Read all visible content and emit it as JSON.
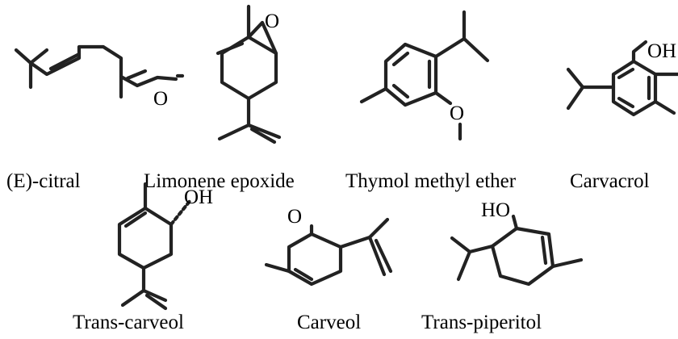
{
  "molecules": [
    {
      "name": "(E)-citral",
      "atoms": [
        "O"
      ]
    },
    {
      "name": "Limonene epoxide",
      "atoms": [
        "O"
      ]
    },
    {
      "name": "Thymol methyl ether",
      "atoms": [
        "O"
      ]
    },
    {
      "name": "Carvacrol",
      "atoms": [
        "OH"
      ]
    },
    {
      "name": "Trans-carveol",
      "atoms": [
        "OH"
      ]
    },
    {
      "name": "Carveol",
      "atoms": [
        "O"
      ]
    },
    {
      "name": "Trans-piperitol",
      "atoms": [
        "HO"
      ]
    }
  ]
}
